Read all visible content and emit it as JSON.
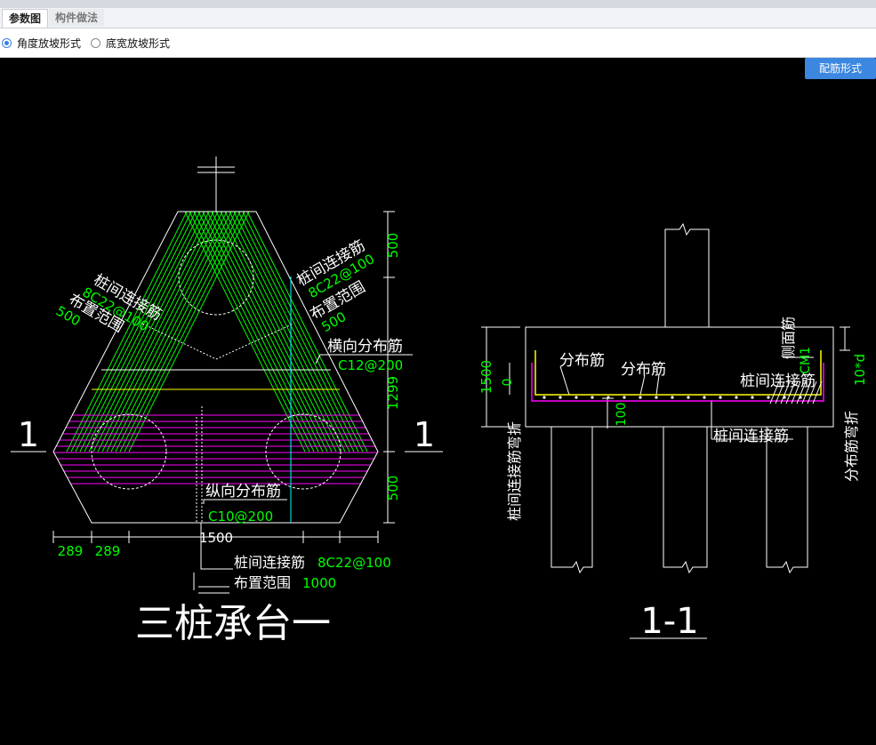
{
  "tabs": [
    {
      "label": "参数图",
      "active": true
    },
    {
      "label": "构件做法",
      "active": false
    }
  ],
  "options": {
    "radio_angle": "角度放坡形式",
    "radio_bottom": "底宽放坡形式",
    "selected": "角度放坡形式",
    "button": "配筋形式"
  },
  "colors": {
    "background": "#000000",
    "green": "#00ff00",
    "magenta": "#ff00ff",
    "yellow": "#ffff00",
    "cyan": "#00ffff",
    "white": "#ffffff",
    "button": "#3c87e0"
  },
  "plan": {
    "title": "三桩承台一",
    "section_mark": "1",
    "dim_top": "500",
    "dim_mid": "1299",
    "dim_bottom": "500",
    "dim_left_a": "289",
    "dim_left_b": "289",
    "dim_width": "1500",
    "left_label": "桩间连接筋",
    "left_spec": "8C22@100",
    "left_range": "布置范围",
    "left_range_val": "500",
    "right_label": "桩间连接筋",
    "right_spec": "8C22@100",
    "right_range": "布置范围",
    "right_range_val": "500",
    "horiz_label": "横向分布筋",
    "horiz_spec": "C12@200",
    "vert_label": "纵向分布筋",
    "vert_spec": "C10@200",
    "bottom_label": "桩间连接筋",
    "bottom_spec": "8C22@100",
    "bottom_range": "布置范围",
    "bottom_range_val": "1000"
  },
  "section": {
    "title": "1-1",
    "dist_1": "分布筋",
    "dist_2": "分布筋",
    "link_top": "桩间连接筋",
    "link_bottom": "桩间连接筋",
    "side_label": "侧面筋",
    "side_spec": "CM1",
    "right_vertical": "分布筋弯折",
    "right_vertical_val": "10*d",
    "left_vertical": "桩间连接筋弯折",
    "dim_height": "1500",
    "dim_zero": "0",
    "dim_100": "100"
  }
}
